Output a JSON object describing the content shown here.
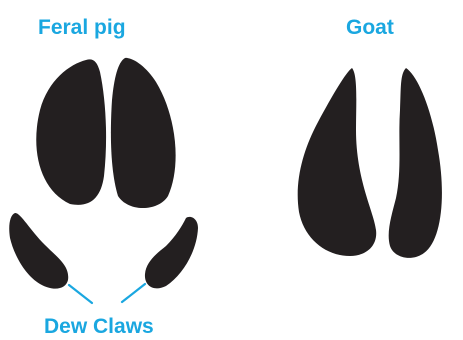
{
  "labels": {
    "feral_pig": "Feral pig",
    "goat": "Goat",
    "dew_claws": "Dew Claws"
  },
  "colors": {
    "label_text": "#1aa7e0",
    "track_fill": "#231f20",
    "pointer_line": "#1aa7e0",
    "background": "#ffffff"
  }
}
